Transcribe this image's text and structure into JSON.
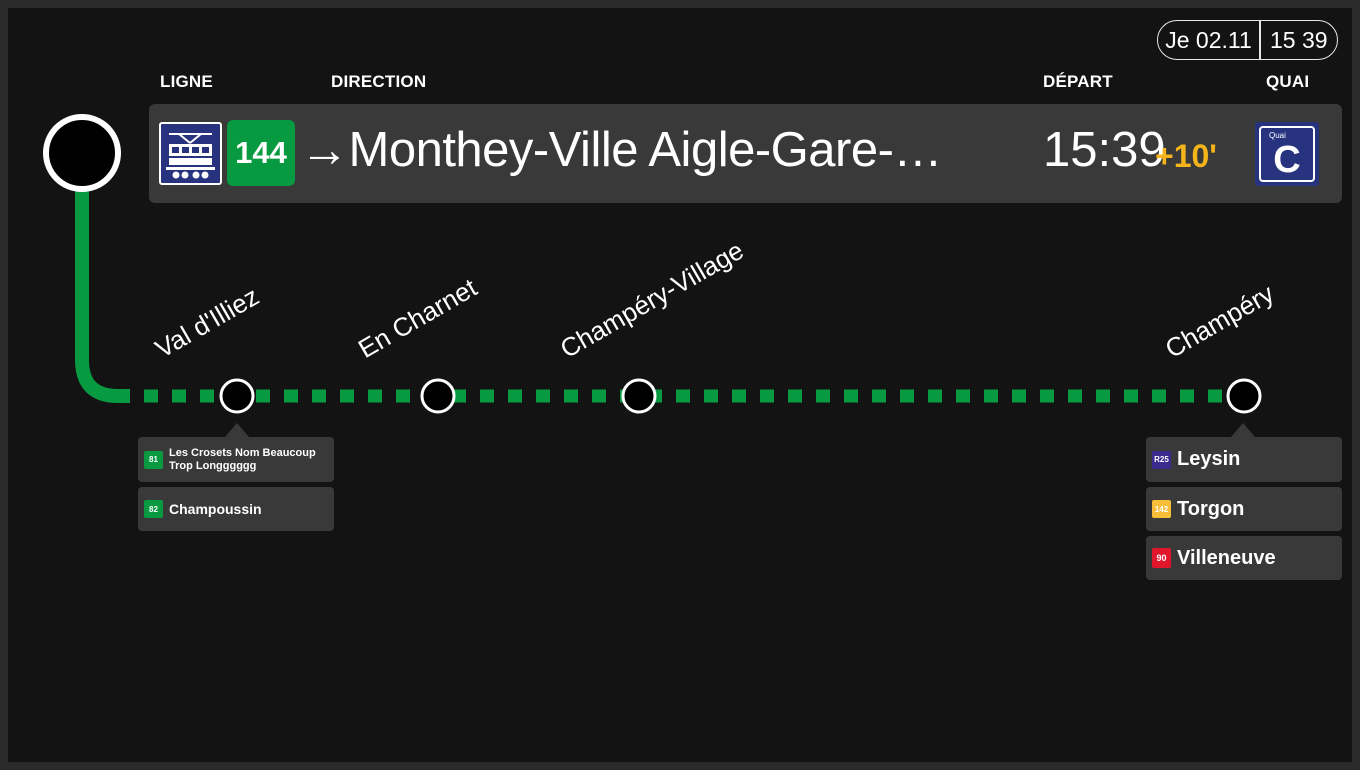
{
  "clock": {
    "date": "Je 02.11",
    "time": "15 39"
  },
  "labels": {
    "ligne": "LIGNE",
    "direction": "DIRECTION",
    "depart": "DÉPART",
    "quai": "QUAI"
  },
  "departure": {
    "mode_icon": "train-icon",
    "line": "144",
    "direction": "→Monthey-Ville Aigle-Gare-To...",
    "time": "15:39",
    "delay": "+10'",
    "quai_label": "Quai",
    "quai": "C"
  },
  "colors": {
    "line": "#079a40",
    "delay": "#f4b41a",
    "mode_bg": "#27337f"
  },
  "stops": [
    {
      "name": "Val d'Illiez"
    },
    {
      "name": "En Charnet"
    },
    {
      "name": "Champéry-Village"
    },
    {
      "name": "Champéry"
    }
  ],
  "connections": {
    "val_dilliez": [
      {
        "line": "81",
        "color": "#079a40",
        "text": "Les Crosets Nom Beaucoup Trop Longggggg"
      },
      {
        "line": "82",
        "color": "#079a40",
        "text": "Champoussin"
      }
    ],
    "champery": [
      {
        "line": "R25",
        "color": "#3b2a8f",
        "text": "Leysin"
      },
      {
        "line": "142",
        "color": "#f7be3a",
        "text": "Torgon"
      },
      {
        "line": "90",
        "color": "#e0162b",
        "text": "Villeneuve"
      }
    ]
  }
}
